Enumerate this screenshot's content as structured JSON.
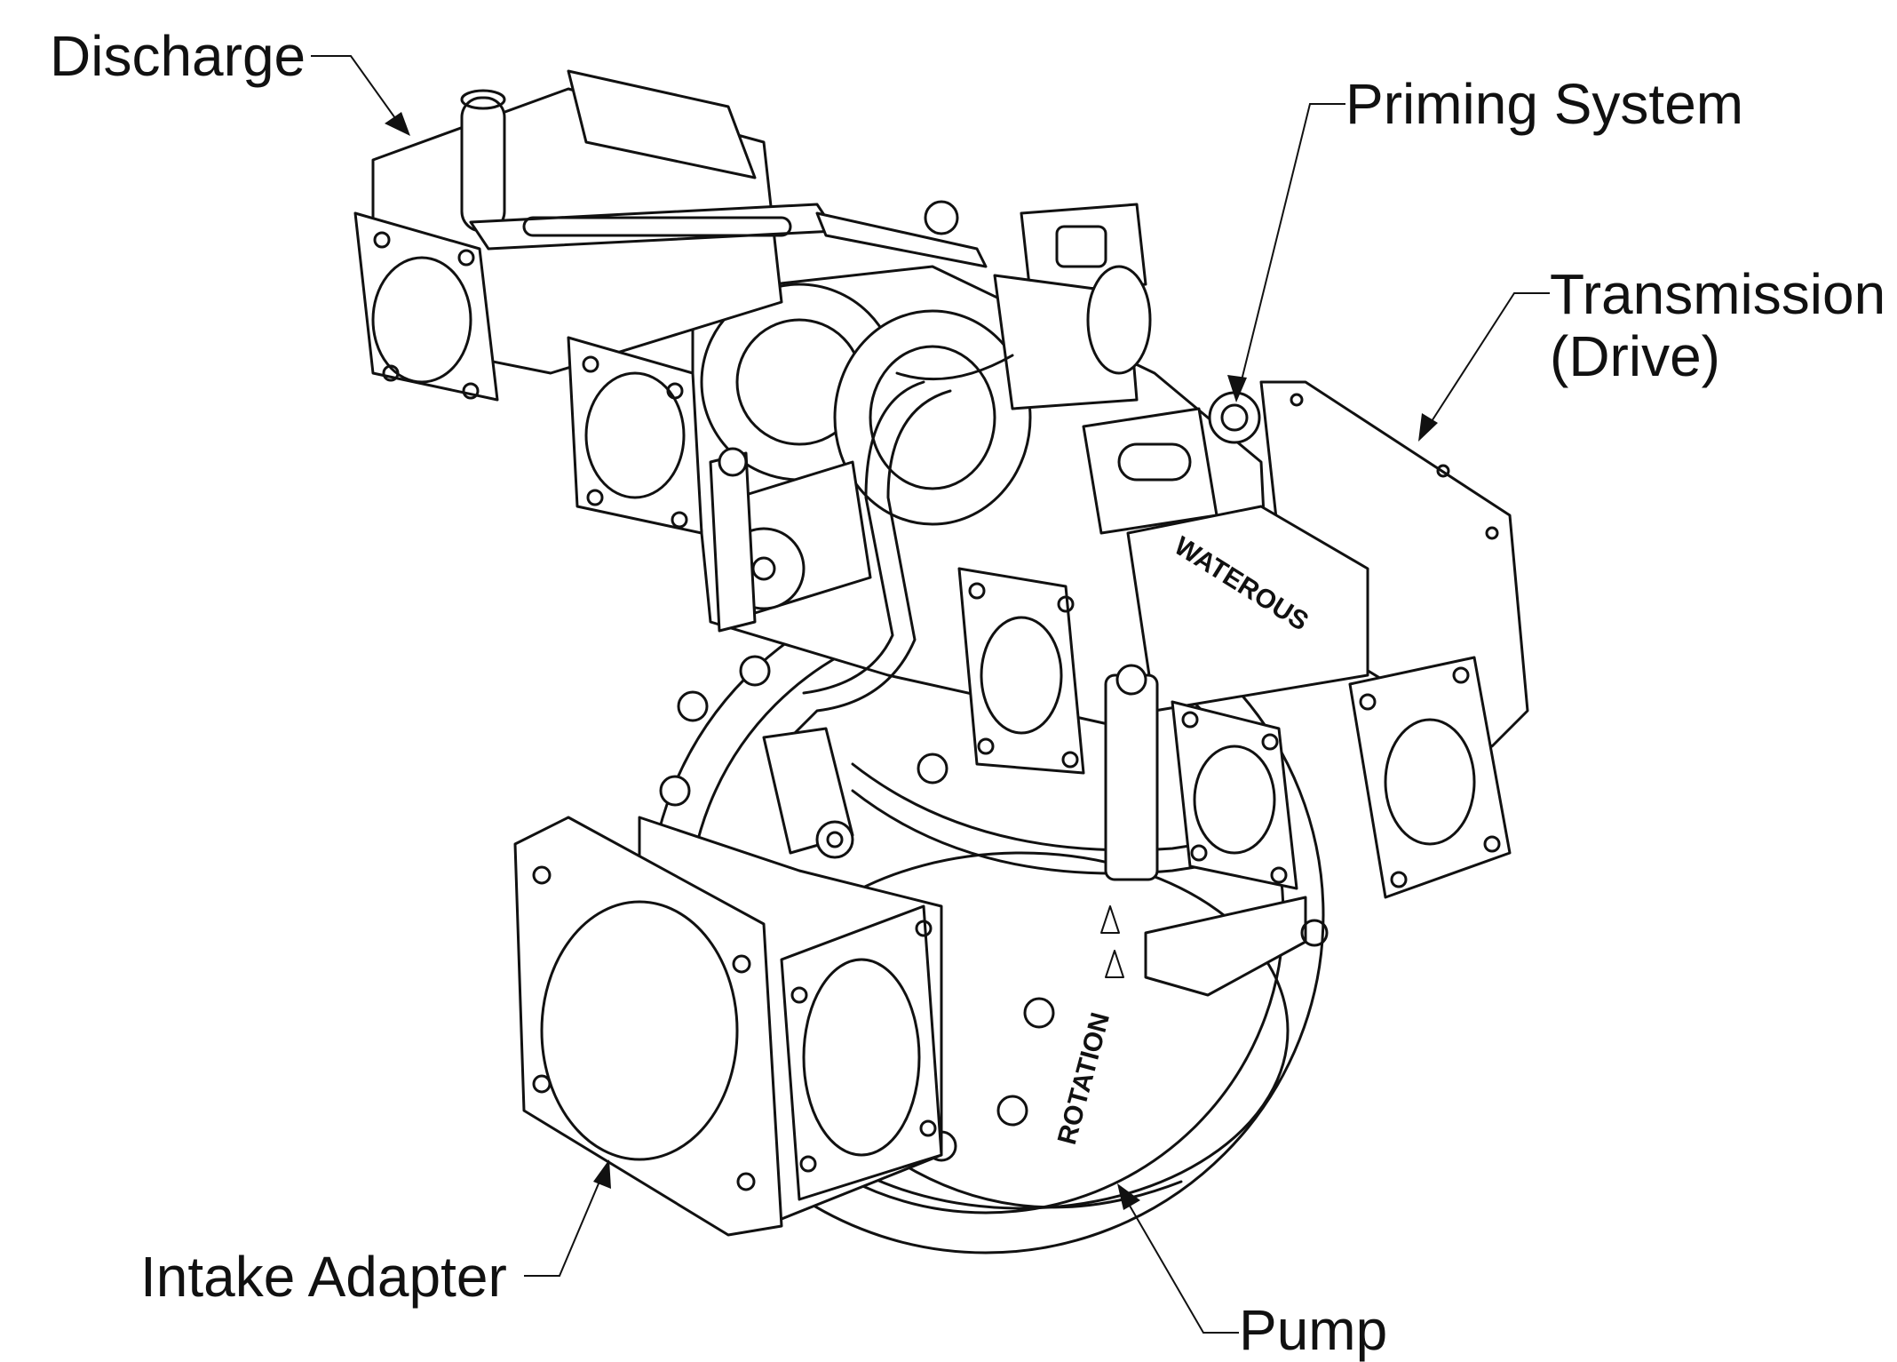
{
  "labels": {
    "discharge": "Discharge",
    "priming_system": "Priming System",
    "transmission_line1": "Transmission",
    "transmission_line2": "(Drive)",
    "intake_adapter": "Intake Adapter",
    "pump": "Pump"
  },
  "markings": {
    "brand": "WATEROUS",
    "rotation": "ROTATION"
  }
}
